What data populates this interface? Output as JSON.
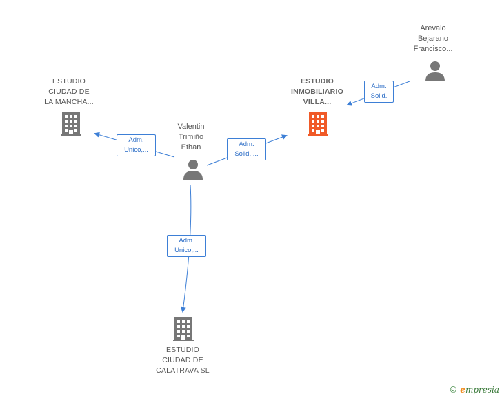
{
  "nodes": {
    "mancha": {
      "label": "ESTUDIO\nCIUDAD DE\nLA MANCHA...",
      "icon": "building-icon",
      "color": "#777777"
    },
    "villa": {
      "label": "ESTUDIO\nINMOBILIARIO\nVILLA...",
      "icon": "building-icon",
      "color": "#f05a28"
    },
    "calatrava": {
      "label": "ESTUDIO\nCIUDAD DE\nCALATRAVA  SL",
      "icon": "building-icon",
      "color": "#777777"
    },
    "valentin": {
      "label": "Valentin\nTrimiño\nEthan",
      "icon": "person-icon",
      "color": "#777777"
    },
    "arevalo": {
      "label": "Arevalo\nBejarano\nFrancisco...",
      "icon": "person-icon",
      "color": "#777777"
    }
  },
  "edges": {
    "valentin_mancha": "Adm.\nUnico,...",
    "valentin_villa": "Adm.\nSolid.,...",
    "valentin_calatrava": "Adm.\nUnico,...",
    "arevalo_villa": "Adm.\nSolid."
  },
  "colors": {
    "edge": "#3d7fd6",
    "focus": "#f05a28",
    "icon": "#777777"
  },
  "brand": {
    "copyright": "©",
    "name_initial": "e",
    "name_rest": "mpresia"
  }
}
